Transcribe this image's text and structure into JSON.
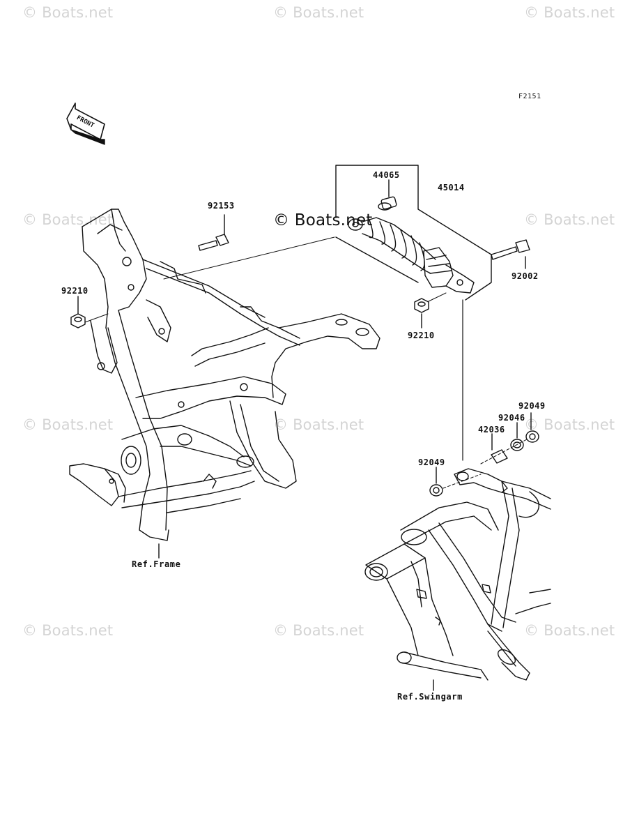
{
  "figure_code": "F2151",
  "direction_arrow": {
    "label": "FRONT",
    "icon": "front-arrow-icon"
  },
  "watermark": {
    "text": "© Boats.net",
    "color": "#d4d4d4"
  },
  "watermark_center": {
    "text": "© Boats.net"
  },
  "parts": {
    "p44065": "44065",
    "p45014": "45014",
    "p92153": "92153",
    "p92002": "92002",
    "p92210_left": "92210",
    "p92210_right": "92210",
    "p92049_top": "92049",
    "p92046": "92046",
    "p42036": "42036",
    "p92049_left": "92049"
  },
  "references": {
    "frame": "Ref.Frame",
    "swingarm": "Ref.Swingarm"
  }
}
